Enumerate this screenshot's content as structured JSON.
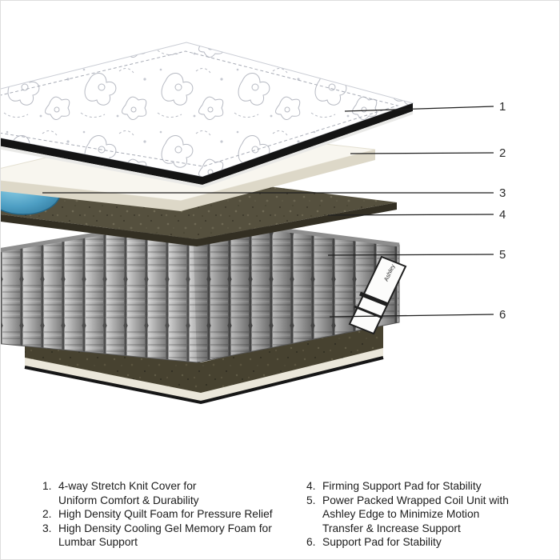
{
  "diagram": {
    "callouts": [
      "1",
      "2",
      "3",
      "4",
      "5",
      "6"
    ],
    "edge_tag": "Ashley",
    "colors": {
      "gel_blue": "#4e9fc4",
      "cover_edge_black": "#141414",
      "firming_pad_brown": "#55503e",
      "coil_gray": "#ababab",
      "bottom_trim_cream": "#ebe7da"
    }
  },
  "legend": {
    "items_left": [
      {
        "number": "1.",
        "text": "4-way Stretch Knit Cover for\nUniform Comfort & Durability"
      },
      {
        "number": "2.",
        "text": "High Density Quilt Foam for Pressure Relief"
      },
      {
        "number": "3.",
        "text": "High Density Cooling Gel Memory Foam for\nLumbar Support"
      }
    ],
    "items_right": [
      {
        "number": "4.",
        "text": "Firming Support Pad for Stability"
      },
      {
        "number": "5.",
        "text": "Power Packed Wrapped Coil Unit with\nAshley Edge to Minimize Motion\nTransfer & Increase Support"
      },
      {
        "number": "6.",
        "text": "Support Pad for Stability"
      }
    ]
  }
}
